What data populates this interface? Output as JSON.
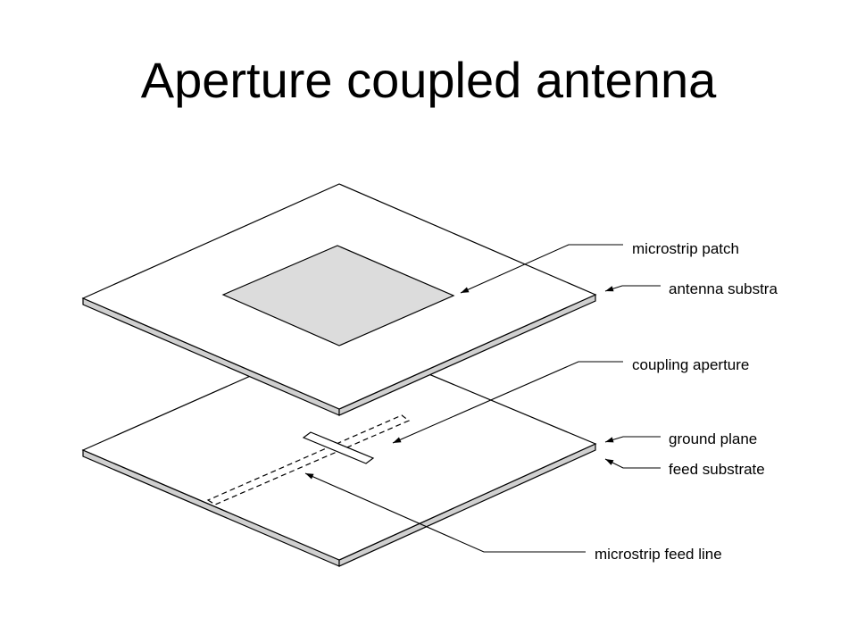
{
  "slide": {
    "title": "Aperture coupled antenna"
  },
  "labels": {
    "microstrip_patch": "microstrip patch",
    "antenna_substrate": "antenna substra",
    "coupling_aperture": "coupling aperture",
    "ground_plane": "ground plane",
    "feed_substrate": "feed substrate",
    "microstrip_feed_line": "microstrip feed line"
  },
  "colors": {
    "line": "#000000",
    "patch_fill": "#dcdcdc",
    "substrate_edge": "#d0d0d0",
    "background": "#ffffff"
  }
}
